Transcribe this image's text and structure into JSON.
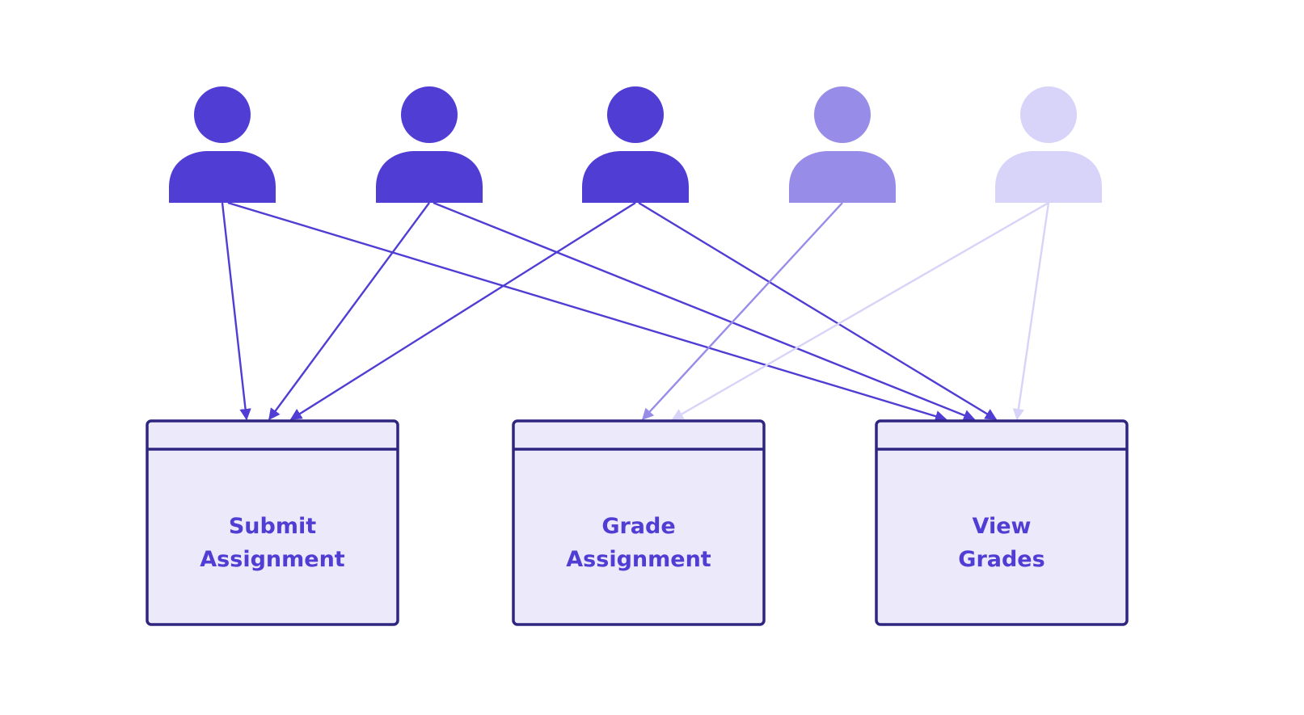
{
  "colors": {
    "actor_dark": "#4f3dd4",
    "actor_mid": "#978ce8",
    "actor_light": "#d8d3f8",
    "box_fill": "#ece9fa",
    "box_stroke": "#2e2580",
    "label": "#4f3dd4",
    "background": "#ffffff"
  },
  "actors": [
    {
      "id": "actor-1",
      "shade": "actor_dark"
    },
    {
      "id": "actor-2",
      "shade": "actor_dark"
    },
    {
      "id": "actor-3",
      "shade": "actor_dark"
    },
    {
      "id": "actor-4",
      "shade": "actor_mid"
    },
    {
      "id": "actor-5",
      "shade": "actor_light"
    }
  ],
  "boxes": [
    {
      "id": "submit-assignment",
      "lines": [
        "Submit",
        "Assignment"
      ]
    },
    {
      "id": "grade-assignment",
      "lines": [
        "Grade",
        "Assignment"
      ]
    },
    {
      "id": "view-grades",
      "lines": [
        "View",
        "Grades"
      ]
    }
  ],
  "connections": [
    {
      "from": "actor-1",
      "to": "submit-assignment"
    },
    {
      "from": "actor-1",
      "to": "view-grades"
    },
    {
      "from": "actor-2",
      "to": "submit-assignment"
    },
    {
      "from": "actor-2",
      "to": "view-grades"
    },
    {
      "from": "actor-3",
      "to": "submit-assignment"
    },
    {
      "from": "actor-3",
      "to": "view-grades"
    },
    {
      "from": "actor-4",
      "to": "grade-assignment"
    },
    {
      "from": "actor-5",
      "to": "grade-assignment"
    },
    {
      "from": "actor-5",
      "to": "view-grades"
    }
  ]
}
